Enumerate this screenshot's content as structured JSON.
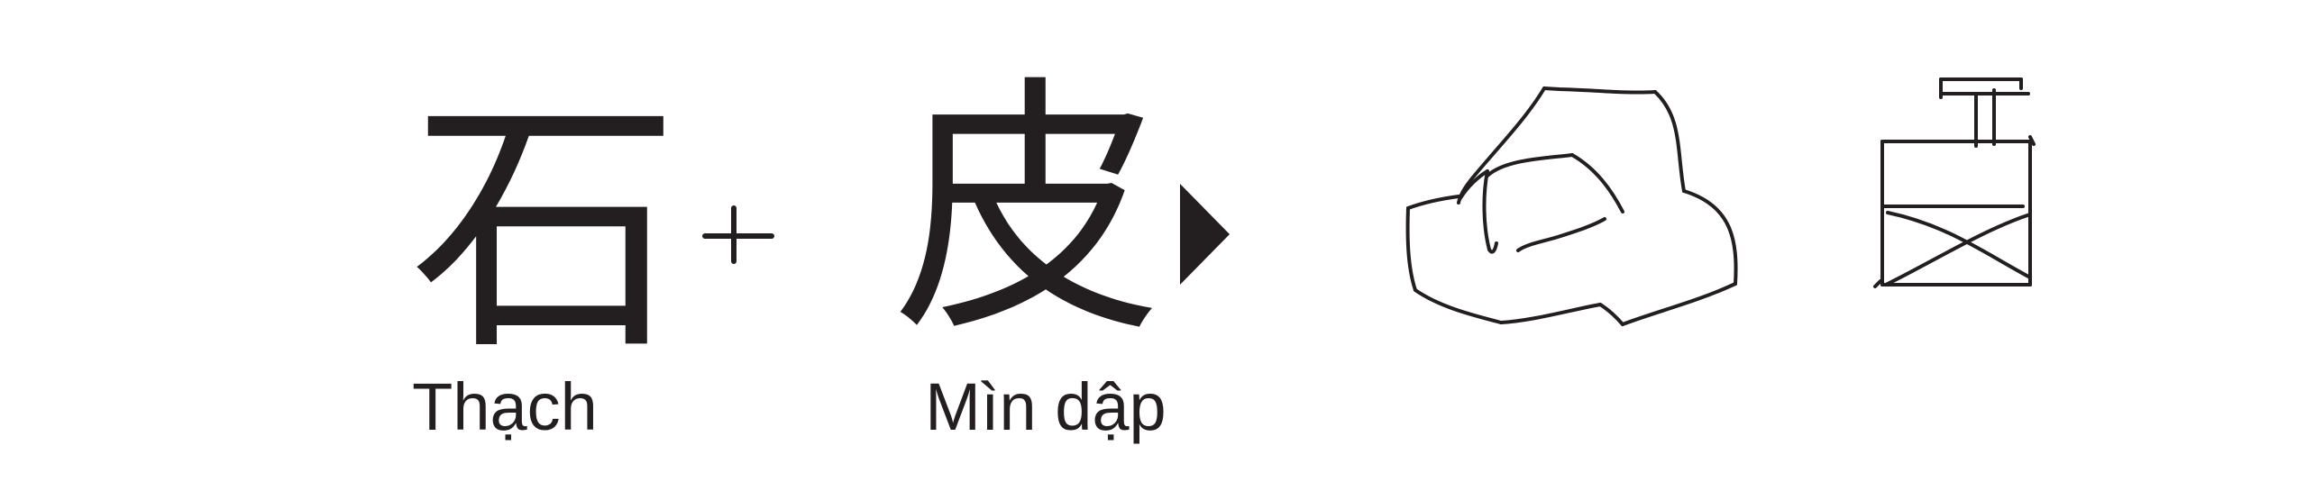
{
  "composition": {
    "left_character": "石",
    "left_label": "Thạch",
    "operator": "+",
    "right_character": "皮",
    "right_label": "Mìn dập"
  },
  "colors": {
    "ink": "#231f20",
    "background": "#ffffff"
  },
  "icons": [
    "plus-icon",
    "arrow-icon",
    "pebble-sketch-icon",
    "dispenser-sketch-icon"
  ]
}
